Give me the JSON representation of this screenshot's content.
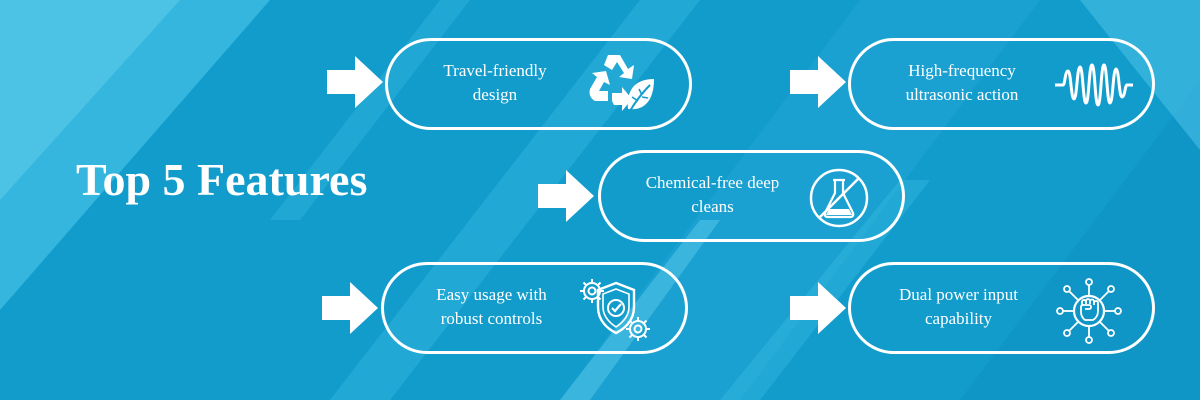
{
  "title": "Top 5 Features",
  "colors": {
    "background": "#129ccc",
    "stripe_light": "#4ec3e5",
    "stripe_mid": "#27acd9",
    "foreground": "#ffffff"
  },
  "features": [
    {
      "line1": "Travel-friendly",
      "line2": "design",
      "icon": "recycle-leaf-icon"
    },
    {
      "line1": "High-frequency",
      "line2": "ultrasonic action",
      "icon": "sound-wave-icon"
    },
    {
      "line1": "Chemical-free deep",
      "line2": "cleans",
      "icon": "no-chemical-flask-icon"
    },
    {
      "line1": "Easy usage with",
      "line2": "robust controls",
      "icon": "shield-gears-icon"
    },
    {
      "line1": "Dual power input",
      "line2": "capability",
      "icon": "fist-network-icon"
    }
  ]
}
